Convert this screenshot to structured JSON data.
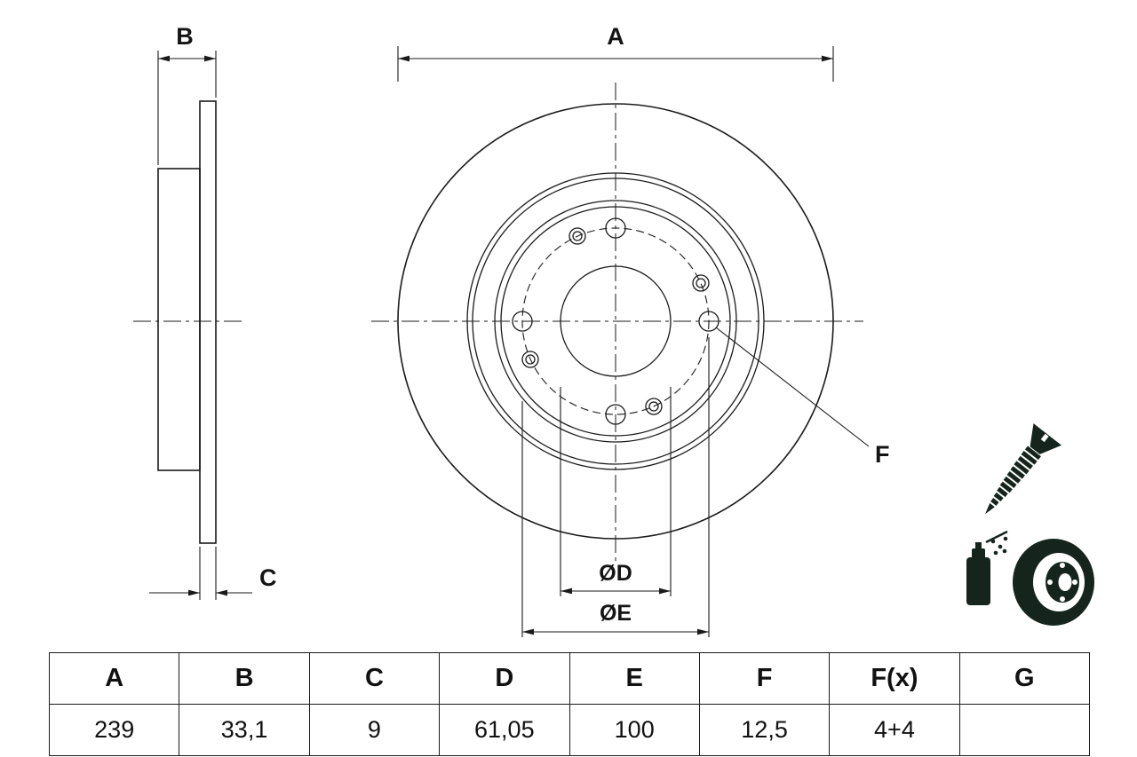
{
  "drawing": {
    "dim_a_label": "A",
    "dim_b_label": "B",
    "dim_c_label": "C",
    "dim_d_label": "ØD",
    "dim_e_label": "ØE",
    "dim_f_label": "F"
  },
  "table": {
    "headers": [
      "A",
      "B",
      "C",
      "D",
      "E",
      "F",
      "F(x)",
      "G"
    ],
    "values": [
      "239",
      "33,1",
      "9",
      "61,05",
      "100",
      "12,5",
      "4+4",
      ""
    ]
  },
  "icons": {
    "screw": "countersunk-screw",
    "spray": "spray-can-with-brake-disc"
  },
  "colors": {
    "line": "#1a1a1a",
    "icon": "#15251d",
    "background": "#ffffff"
  }
}
